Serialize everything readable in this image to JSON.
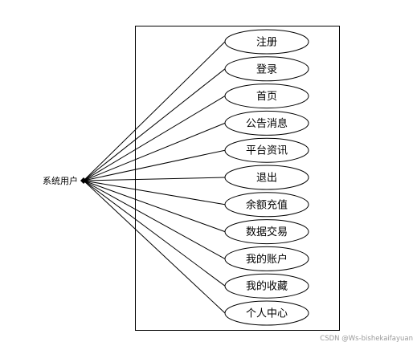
{
  "diagram": {
    "actor": {
      "label": "系统用户"
    },
    "use_cases": [
      {
        "label": "注册"
      },
      {
        "label": "登录"
      },
      {
        "label": "首页"
      },
      {
        "label": "公告消息"
      },
      {
        "label": "平台资讯"
      },
      {
        "label": "退出"
      },
      {
        "label": "余额充值"
      },
      {
        "label": "数据交易"
      },
      {
        "label": "我的账户"
      },
      {
        "label": "我的收藏"
      },
      {
        "label": "个人中心"
      }
    ]
  },
  "watermark": {
    "text": "CSDN @Ws-bishekaifayuan"
  },
  "colors": {
    "stroke": "#000000",
    "background": "#ffffff",
    "watermark": "#9a9a9a"
  }
}
